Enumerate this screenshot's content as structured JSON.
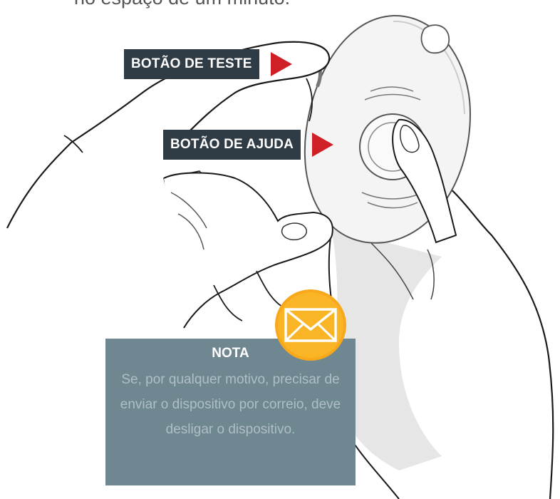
{
  "header": {
    "partial_text": "no espaço de um minuto."
  },
  "callouts": {
    "test_button_label": "BOTÃO DE TESTE",
    "help_button_label": "BOTÃO DE AJUDA"
  },
  "note": {
    "title": "NOTA",
    "body": "Se, por qualquer motivo, precisar de enviar o dispositivo por correio, deve desligar o dispositivo."
  },
  "icons": {
    "mail": "envelope-icon",
    "arrow": "right-triangle-arrow-icon"
  },
  "colors": {
    "label_background": "#2f3b45",
    "arrow": "#cf2027",
    "note_background": "#6f8790",
    "note_text": "#aebfc6",
    "mail_icon": "#f7a81b"
  }
}
